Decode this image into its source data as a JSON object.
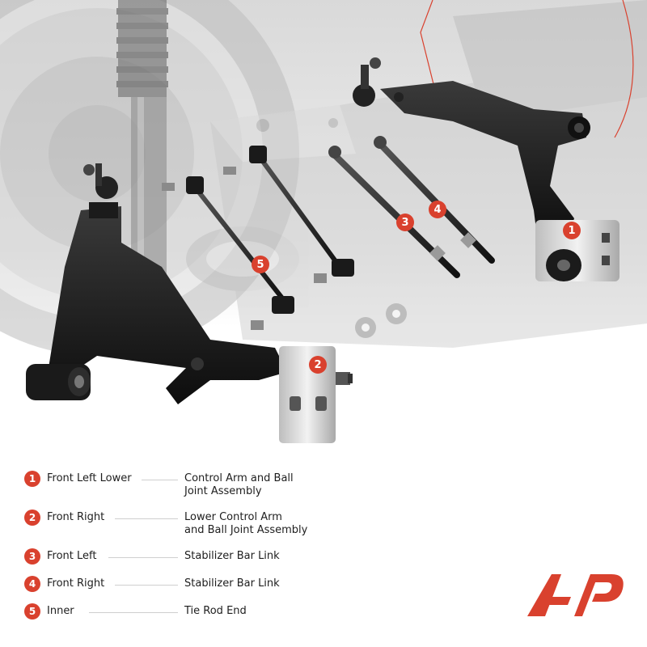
{
  "product_image": {
    "callouts": [
      {
        "number": "1"
      },
      {
        "number": "2"
      },
      {
        "number": "3"
      },
      {
        "number": "4"
      },
      {
        "number": "5"
      }
    ]
  },
  "legend": {
    "items": [
      {
        "number": "1",
        "position": "Front Left Lower",
        "description": [
          "Control Arm and Ball",
          "Joint Assembly"
        ]
      },
      {
        "number": "2",
        "position": "Front Right",
        "description": [
          "Lower Control Arm",
          "and Ball Joint Assembly"
        ]
      },
      {
        "number": "3",
        "position": "Front Left",
        "description": [
          "Stabilizer Bar Link"
        ]
      },
      {
        "number": "4",
        "position": "Front Right",
        "description": [
          "Stabilizer Bar Link"
        ]
      },
      {
        "number": "5",
        "position": "Inner",
        "description": [
          "Tie Rod End"
        ]
      }
    ]
  },
  "colors": {
    "accent": "#d9412e",
    "text": "#1e1e1e",
    "part_black": "#1a1a1a",
    "bushing_silver": "#d6d6d6"
  },
  "logo": {
    "icon": "a-premium-logo-icon"
  }
}
